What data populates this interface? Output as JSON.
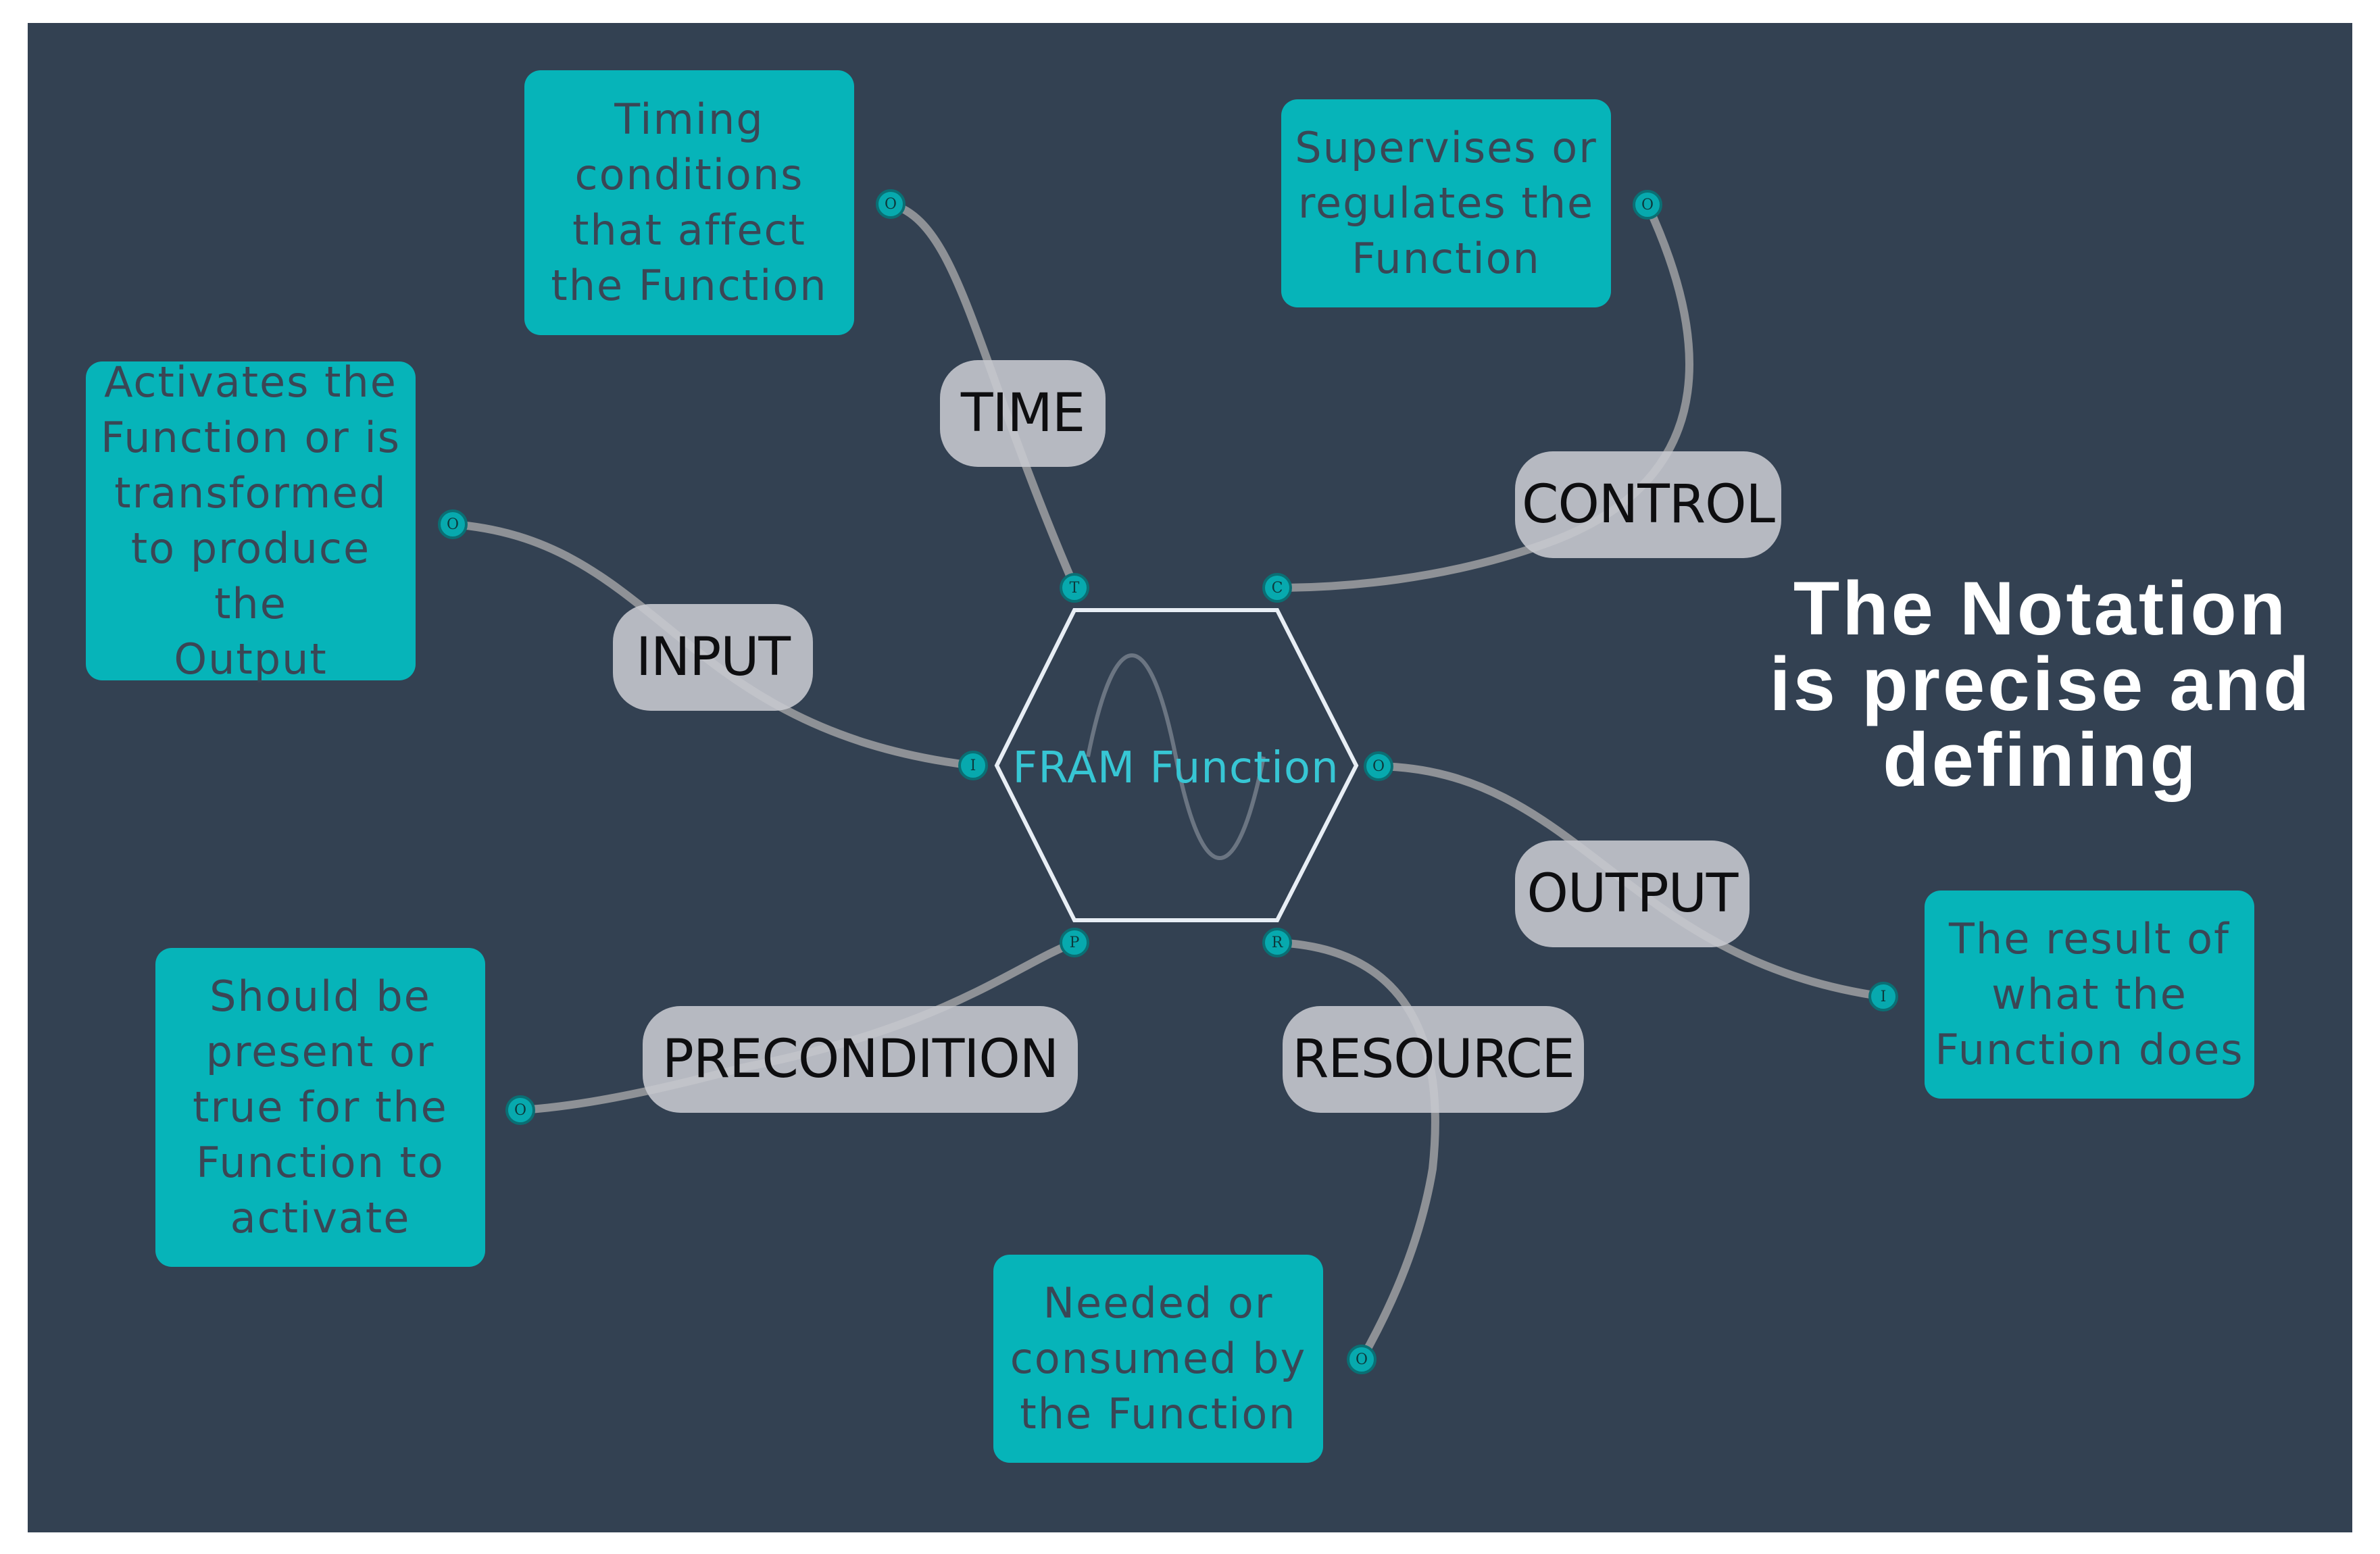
{
  "diagram": {
    "function_name": "FRAM Function",
    "headline": [
      "The Notation",
      "is precise and",
      "defining"
    ],
    "aspects": {
      "time": {
        "label": "TIME",
        "description": [
          "Timing",
          "conditions",
          "that affect",
          "the Function"
        ],
        "hex_port": "T",
        "box_port": "O"
      },
      "control": {
        "label": "CONTROL",
        "description": [
          "Supervises or",
          "regulates the",
          "Function"
        ],
        "hex_port": "C",
        "box_port": "O"
      },
      "input": {
        "label": "INPUT",
        "description": [
          "Activates the",
          "Function or is",
          "transformed",
          "to produce the",
          "Output"
        ],
        "hex_port": "I",
        "box_port": "O"
      },
      "output": {
        "label": "OUTPUT",
        "description": [
          "The result of",
          "what the",
          "Function does"
        ],
        "hex_port": "O",
        "box_port": "I"
      },
      "precondition": {
        "label": "PRECONDITION",
        "description": [
          "Should be",
          "present or",
          "true for the",
          "Function to",
          "activate"
        ],
        "hex_port": "P",
        "box_port": "O"
      },
      "resource": {
        "label": "RESOURCE",
        "description": [
          "Needed or",
          "consumed by",
          "the Function"
        ],
        "hex_port": "R",
        "box_port": "O"
      }
    },
    "colors": {
      "background": "#334152",
      "box": "#06b4b9",
      "pill": "#c8cad0",
      "connector": "#8e9196",
      "hexagon": "#e8eef5",
      "function_text": "#37c6d4"
    }
  }
}
